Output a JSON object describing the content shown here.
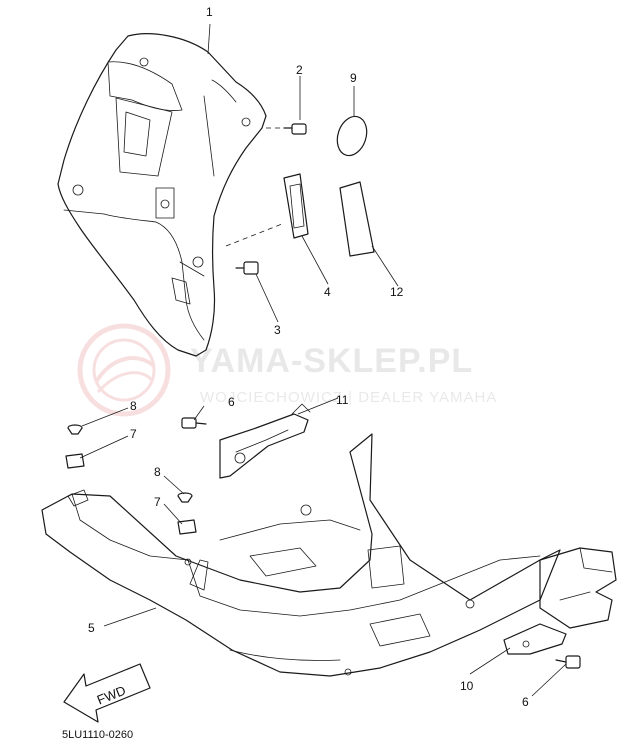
{
  "diagram": {
    "part_code": "5LU1110-0260",
    "fwd_label": "FWD",
    "callouts": [
      "1",
      "2",
      "9",
      "4",
      "12",
      "3",
      "8",
      "6",
      "11",
      "7",
      "8",
      "7",
      "5",
      "10",
      "6"
    ]
  },
  "watermark": {
    "brand": "YAMA-SKLEP.PL",
    "subtitle": "WOJCIECHOWICZ | DEALER YAMAHA",
    "color": "#e8e8e8",
    "logo_color": "#f2c6c6"
  }
}
